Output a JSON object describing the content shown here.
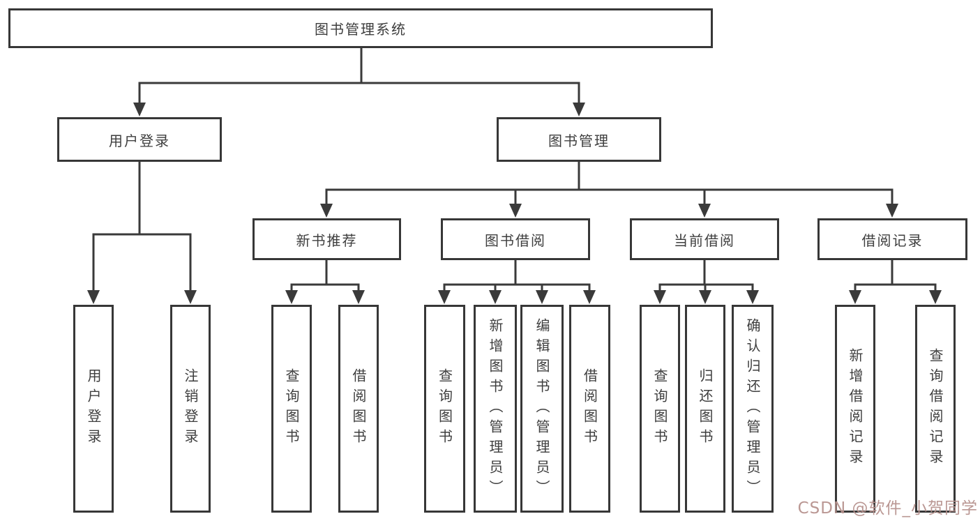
{
  "diagram": {
    "root": {
      "label": "图书管理系统"
    },
    "level2": [
      {
        "id": "user-login",
        "label": "用户登录"
      },
      {
        "id": "book-management",
        "label": "图书管理"
      }
    ],
    "level3": [
      {
        "id": "new-book-recommend",
        "label": "新书推荐"
      },
      {
        "id": "book-borrow",
        "label": "图书借阅"
      },
      {
        "id": "current-borrow",
        "label": "当前借阅"
      },
      {
        "id": "borrow-records",
        "label": "借阅记录"
      }
    ],
    "leaves": {
      "user_login": [
        {
          "label": "用户登录"
        },
        {
          "label": "注销登录"
        }
      ],
      "new_book_recommend": [
        {
          "label": "查询图书"
        },
        {
          "label": "借阅图书"
        }
      ],
      "book_borrow": [
        {
          "label": "查询图书"
        },
        {
          "label": "新增图书（管理员）"
        },
        {
          "label": "编辑图书（管理员）"
        },
        {
          "label": "借阅图书"
        }
      ],
      "current_borrow": [
        {
          "label": "查询图书"
        },
        {
          "label": "归还图书"
        },
        {
          "label": "确认归还（管理员）"
        }
      ],
      "borrow_records": [
        {
          "label": "新增借阅记录"
        },
        {
          "label": "查询借阅记录"
        }
      ]
    }
  },
  "watermark": {
    "text": "CSDN @软件_小贺同学"
  },
  "colors": {
    "background": "#ffffff",
    "line": "#3a3a3a",
    "box_border": "#373737",
    "text": "#3e3e3e",
    "watermark": "#b7928e"
  }
}
